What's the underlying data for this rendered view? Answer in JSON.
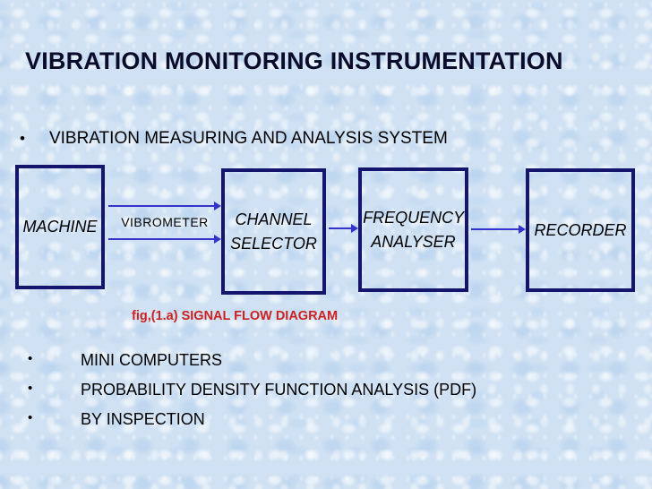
{
  "slide": {
    "title": "VIBRATION MONITORING INSTRUMENTATION",
    "bullet_glyph": "•",
    "main_bullet": "VIBRATION MEASURING AND ANALYSIS SYSTEM",
    "caption": "fig,(1.a) SIGNAL FLOW DIAGRAM"
  },
  "diagram": {
    "boxes": [
      {
        "id": "machine",
        "label": "MACHINE"
      },
      {
        "id": "channel-selector",
        "label": "CHANNEL SELECTOR"
      },
      {
        "id": "frequency-analyser",
        "label": "FREQUENCY ANALYSER"
      },
      {
        "id": "recorder",
        "label": "RECORDER"
      }
    ],
    "connector_label": "VIBROMETER",
    "flow": [
      "MACHINE",
      "VIBROMETER",
      "CHANNEL SELECTOR",
      "FREQUENCY ANALYSER",
      "RECORDER"
    ]
  },
  "bullets_bottom": [
    "MINI COMPUTERS",
    "PROBABILITY DENSITY FUNCTION ANALYSIS (PDF)",
    "BY INSPECTION"
  ],
  "colors": {
    "background": "#cfe1f3",
    "title_text": "#0b0b2b",
    "body_text": "#000000",
    "box_border": "#15156e",
    "arrow": "#3434cd",
    "caption_red": "#cc2121"
  }
}
